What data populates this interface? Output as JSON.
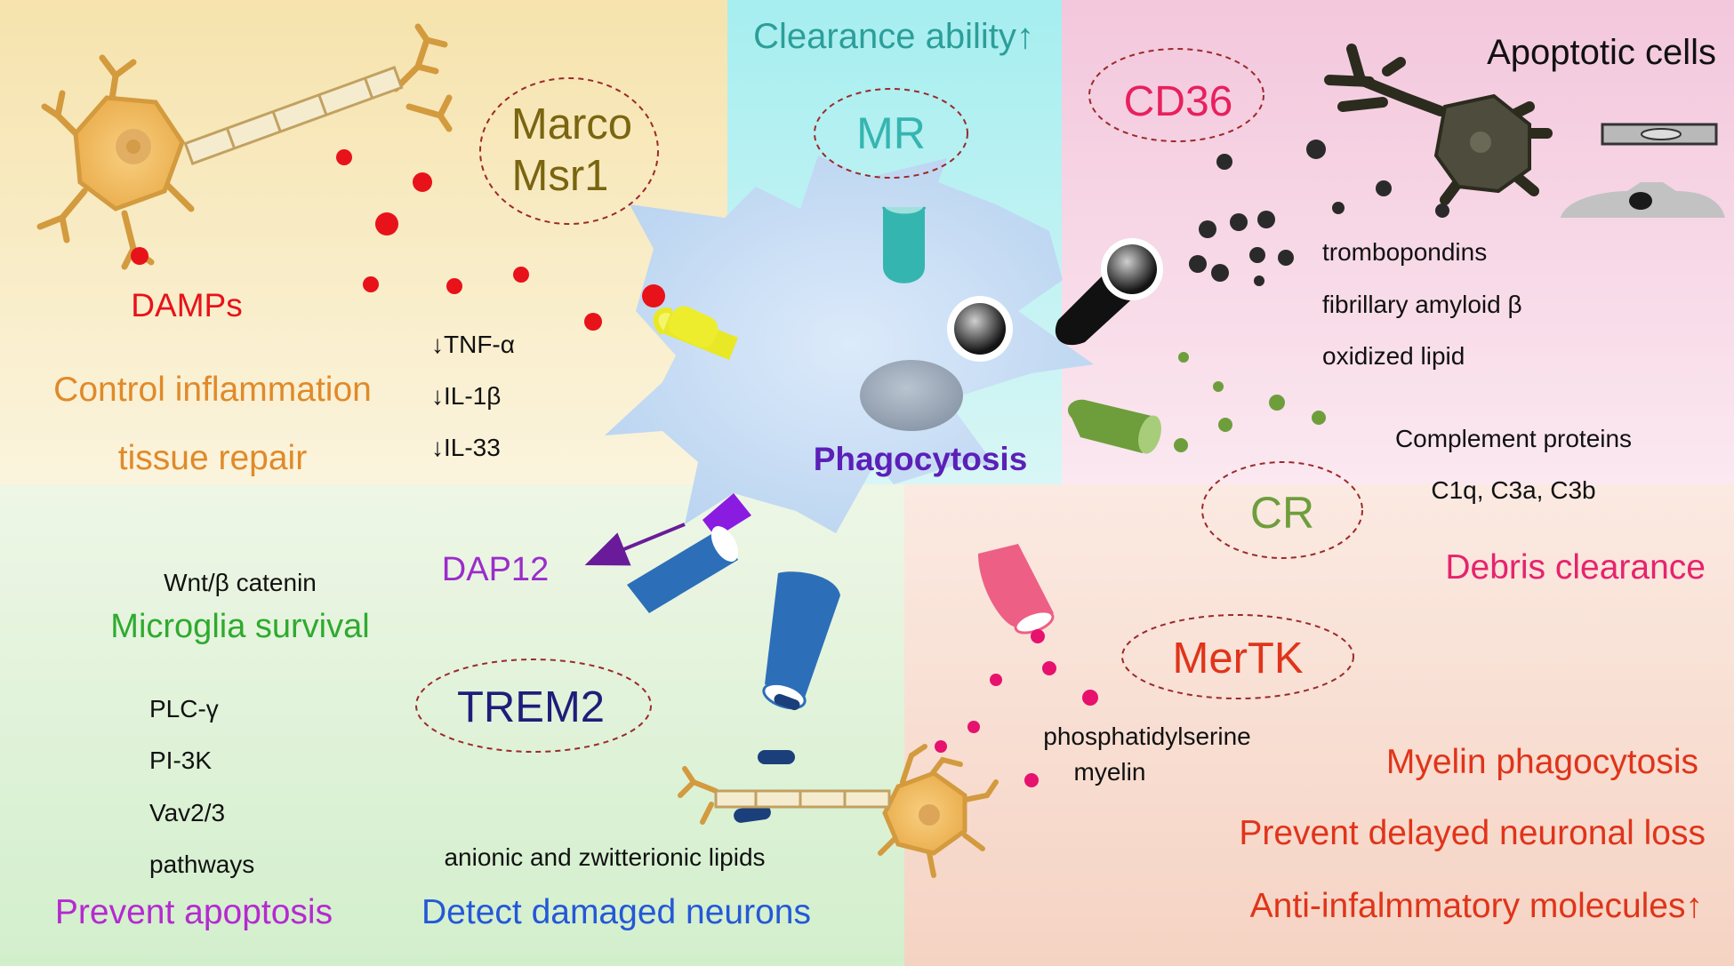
{
  "panels": {
    "top_center": {
      "label": "Clearance ability↑"
    },
    "top_right": {
      "label": "Apoptotic cells"
    }
  },
  "center": {
    "label": "Phagocytosis"
  },
  "receptors": {
    "marco": {
      "line1": "Marco",
      "line2": "Msr1"
    },
    "mr": {
      "label": "MR"
    },
    "cd36": {
      "label": "CD36"
    },
    "cr": {
      "label": "CR"
    },
    "mertk": {
      "label": "MerTK"
    },
    "trem2": {
      "label": "TREM2"
    },
    "dap12": {
      "label": "DAP12"
    }
  },
  "left_top": {
    "damps": "DAMPs",
    "outcome1": "Control inflammation",
    "outcome2": "tissue repair",
    "cytokines": [
      "↓TNF-α",
      "↓IL-1β",
      "↓IL-33"
    ]
  },
  "right_top": {
    "ligands": [
      "trombopondins",
      "fibrillary amyloid β",
      "oxidized lipid"
    ],
    "complement_title": "Complement proteins",
    "complement_list": "C1q, C3a, C3b",
    "outcome": "Debris clearance"
  },
  "left_bottom": {
    "wnt": "Wnt/β catenin",
    "survival": "Microglia survival",
    "pathways": [
      "PLC-γ",
      "PI-3K",
      "Vav2/3",
      "pathways"
    ],
    "apoptosis": "Prevent apoptosis",
    "lipids": "anionic and zwitterionic lipids",
    "detect": "Detect damaged neurons"
  },
  "right_bottom": {
    "ligand1": "phosphatidylserine",
    "ligand2": "myelin",
    "outcomes": [
      "Myelin phagocytosis",
      "Prevent delayed neuronal loss",
      "Anti-infalmmatory molecules↑"
    ]
  },
  "colors": {
    "panel_yellow": "#f7e7b4",
    "panel_cyan": "#aeecee",
    "panel_pink": "#f4cfe0",
    "panel_green": "#d4efcf",
    "panel_peach": "#f6d9cc",
    "cell_body": "#c6dcf4",
    "nucleus": "#9eacbd",
    "red_dot": "#e8121a",
    "marco_text": "#7a6510",
    "mr_text": "#35b5b0",
    "cd36_text": "#e8205e",
    "cr_text": "#6e9e3c",
    "mertk_text": "#e0341a",
    "trem2_text": "#1f1d7a",
    "dap12_text": "#9b2ccc",
    "phago_text": "#5b20b8",
    "orange_text": "#e08a2a",
    "green_text": "#2faa2f",
    "blue_text": "#2458d8",
    "pink_text": "#e6236e"
  }
}
